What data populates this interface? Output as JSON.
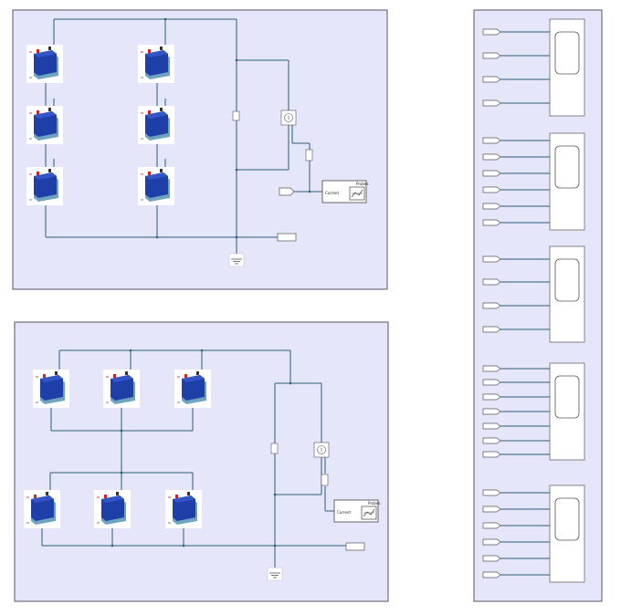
{
  "probe_block": {
    "title": "Probes",
    "input_label": "Current"
  },
  "colors": {
    "panel_fill": "#e6e6fa",
    "panel_border": "#555566",
    "wire": "#2c5e78",
    "battery_body": "#1f3fa8",
    "battery_shadow": "#6ea4bf"
  },
  "icons": {
    "battery": "battery-icon",
    "ground": "ground-icon",
    "current_sensor": "current-sensor-icon",
    "scope": "scope-icon"
  },
  "diagram_top": {
    "battery_cells": 6,
    "arrangement": "2 strings of 3 cells"
  },
  "diagram_bottom": {
    "battery_cells": 6,
    "arrangement": "2 rows of 3 cells"
  },
  "port_panel": {
    "groups": [
      {
        "ports": 4
      },
      {
        "ports": 6
      },
      {
        "ports": 4
      },
      {
        "ports": 7
      },
      {
        "ports": 6
      }
    ]
  }
}
